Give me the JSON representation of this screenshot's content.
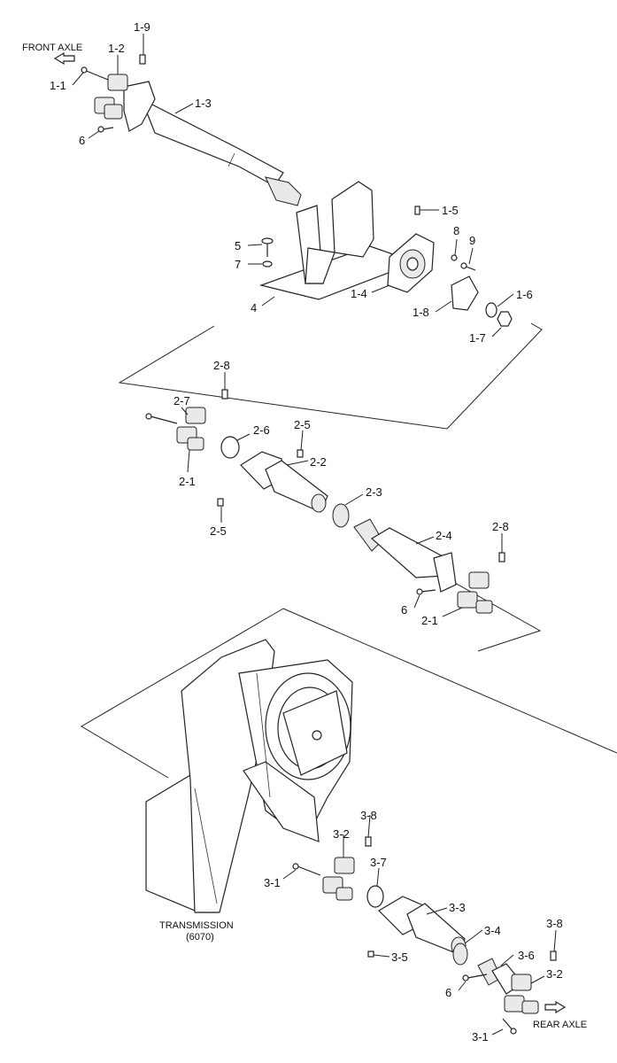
{
  "directions": {
    "front": "FRONT AXLE",
    "rear": "REAR AXLE"
  },
  "transmission": {
    "name": "TRANSMISSION",
    "model": "(6070)"
  },
  "callouts": [
    {
      "id": "c11",
      "text": "1-1"
    },
    {
      "id": "c12",
      "text": "1-2"
    },
    {
      "id": "c19",
      "text": "1-9"
    },
    {
      "id": "c13",
      "text": "1-3"
    },
    {
      "id": "c6a",
      "text": "6"
    },
    {
      "id": "c15",
      "text": "1-5"
    },
    {
      "id": "c8",
      "text": "8"
    },
    {
      "id": "c9",
      "text": "9"
    },
    {
      "id": "c5",
      "text": "5"
    },
    {
      "id": "c7",
      "text": "7"
    },
    {
      "id": "c14",
      "text": "1-4"
    },
    {
      "id": "c4",
      "text": "4"
    },
    {
      "id": "c16",
      "text": "1-6"
    },
    {
      "id": "c18",
      "text": "1-8"
    },
    {
      "id": "c17",
      "text": "1-7"
    },
    {
      "id": "c28a",
      "text": "2-8"
    },
    {
      "id": "c27",
      "text": "2-7"
    },
    {
      "id": "c26",
      "text": "2-6"
    },
    {
      "id": "c25a",
      "text": "2-5"
    },
    {
      "id": "c22",
      "text": "2-2"
    },
    {
      "id": "c21a",
      "text": "2-1"
    },
    {
      "id": "c23",
      "text": "2-3"
    },
    {
      "id": "c25b",
      "text": "2-5"
    },
    {
      "id": "c24",
      "text": "2-4"
    },
    {
      "id": "c28b",
      "text": "2-8"
    },
    {
      "id": "c6b",
      "text": "6"
    },
    {
      "id": "c21b",
      "text": "2-1"
    },
    {
      "id": "c38a",
      "text": "3-8"
    },
    {
      "id": "c32a",
      "text": "3-2"
    },
    {
      "id": "c37",
      "text": "3-7"
    },
    {
      "id": "c31a",
      "text": "3-1"
    },
    {
      "id": "c33",
      "text": "3-3"
    },
    {
      "id": "c34",
      "text": "3-4"
    },
    {
      "id": "c35",
      "text": "3-5"
    },
    {
      "id": "c38b",
      "text": "3-8"
    },
    {
      "id": "c36",
      "text": "3-6"
    },
    {
      "id": "c6c",
      "text": "6"
    },
    {
      "id": "c32b",
      "text": "3-2"
    },
    {
      "id": "c31b",
      "text": "3-1"
    }
  ]
}
